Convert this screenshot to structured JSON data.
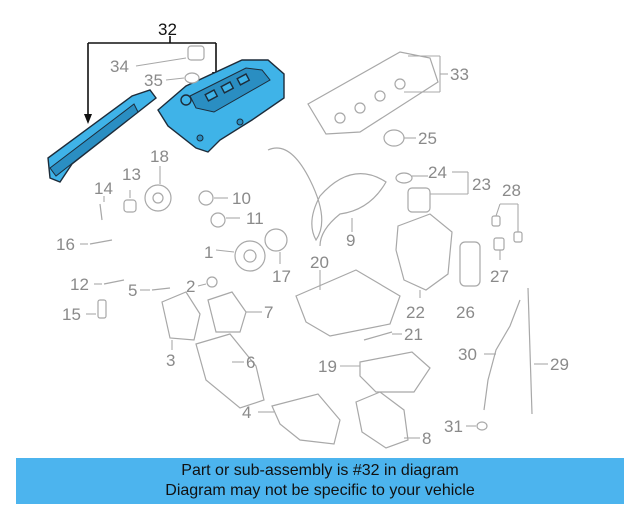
{
  "highlight_color": "#3fb3e8",
  "banner_color": "#4cb4ee",
  "callouts": {
    "c1": "1",
    "c2": "2",
    "c3": "3",
    "c4": "4",
    "c5": "5",
    "c6": "6",
    "c7": "7",
    "c8": "8",
    "c9": "9",
    "c10": "10",
    "c11": "11",
    "c12": "12",
    "c13": "13",
    "c14": "14",
    "c15": "15",
    "c16": "16",
    "c17": "17",
    "c18": "18",
    "c19": "19",
    "c20": "20",
    "c21": "21",
    "c22": "22",
    "c23": "23",
    "c24": "24",
    "c25": "25",
    "c26": "26",
    "c27": "27",
    "c28": "28",
    "c29": "29",
    "c30": "30",
    "c31": "31",
    "c32": "32",
    "c33": "33",
    "c34": "34",
    "c35": "35"
  },
  "banner": {
    "line1": "Part or sub-assembly is #32 in diagram",
    "line2": "Diagram may not be specific to your vehicle"
  }
}
